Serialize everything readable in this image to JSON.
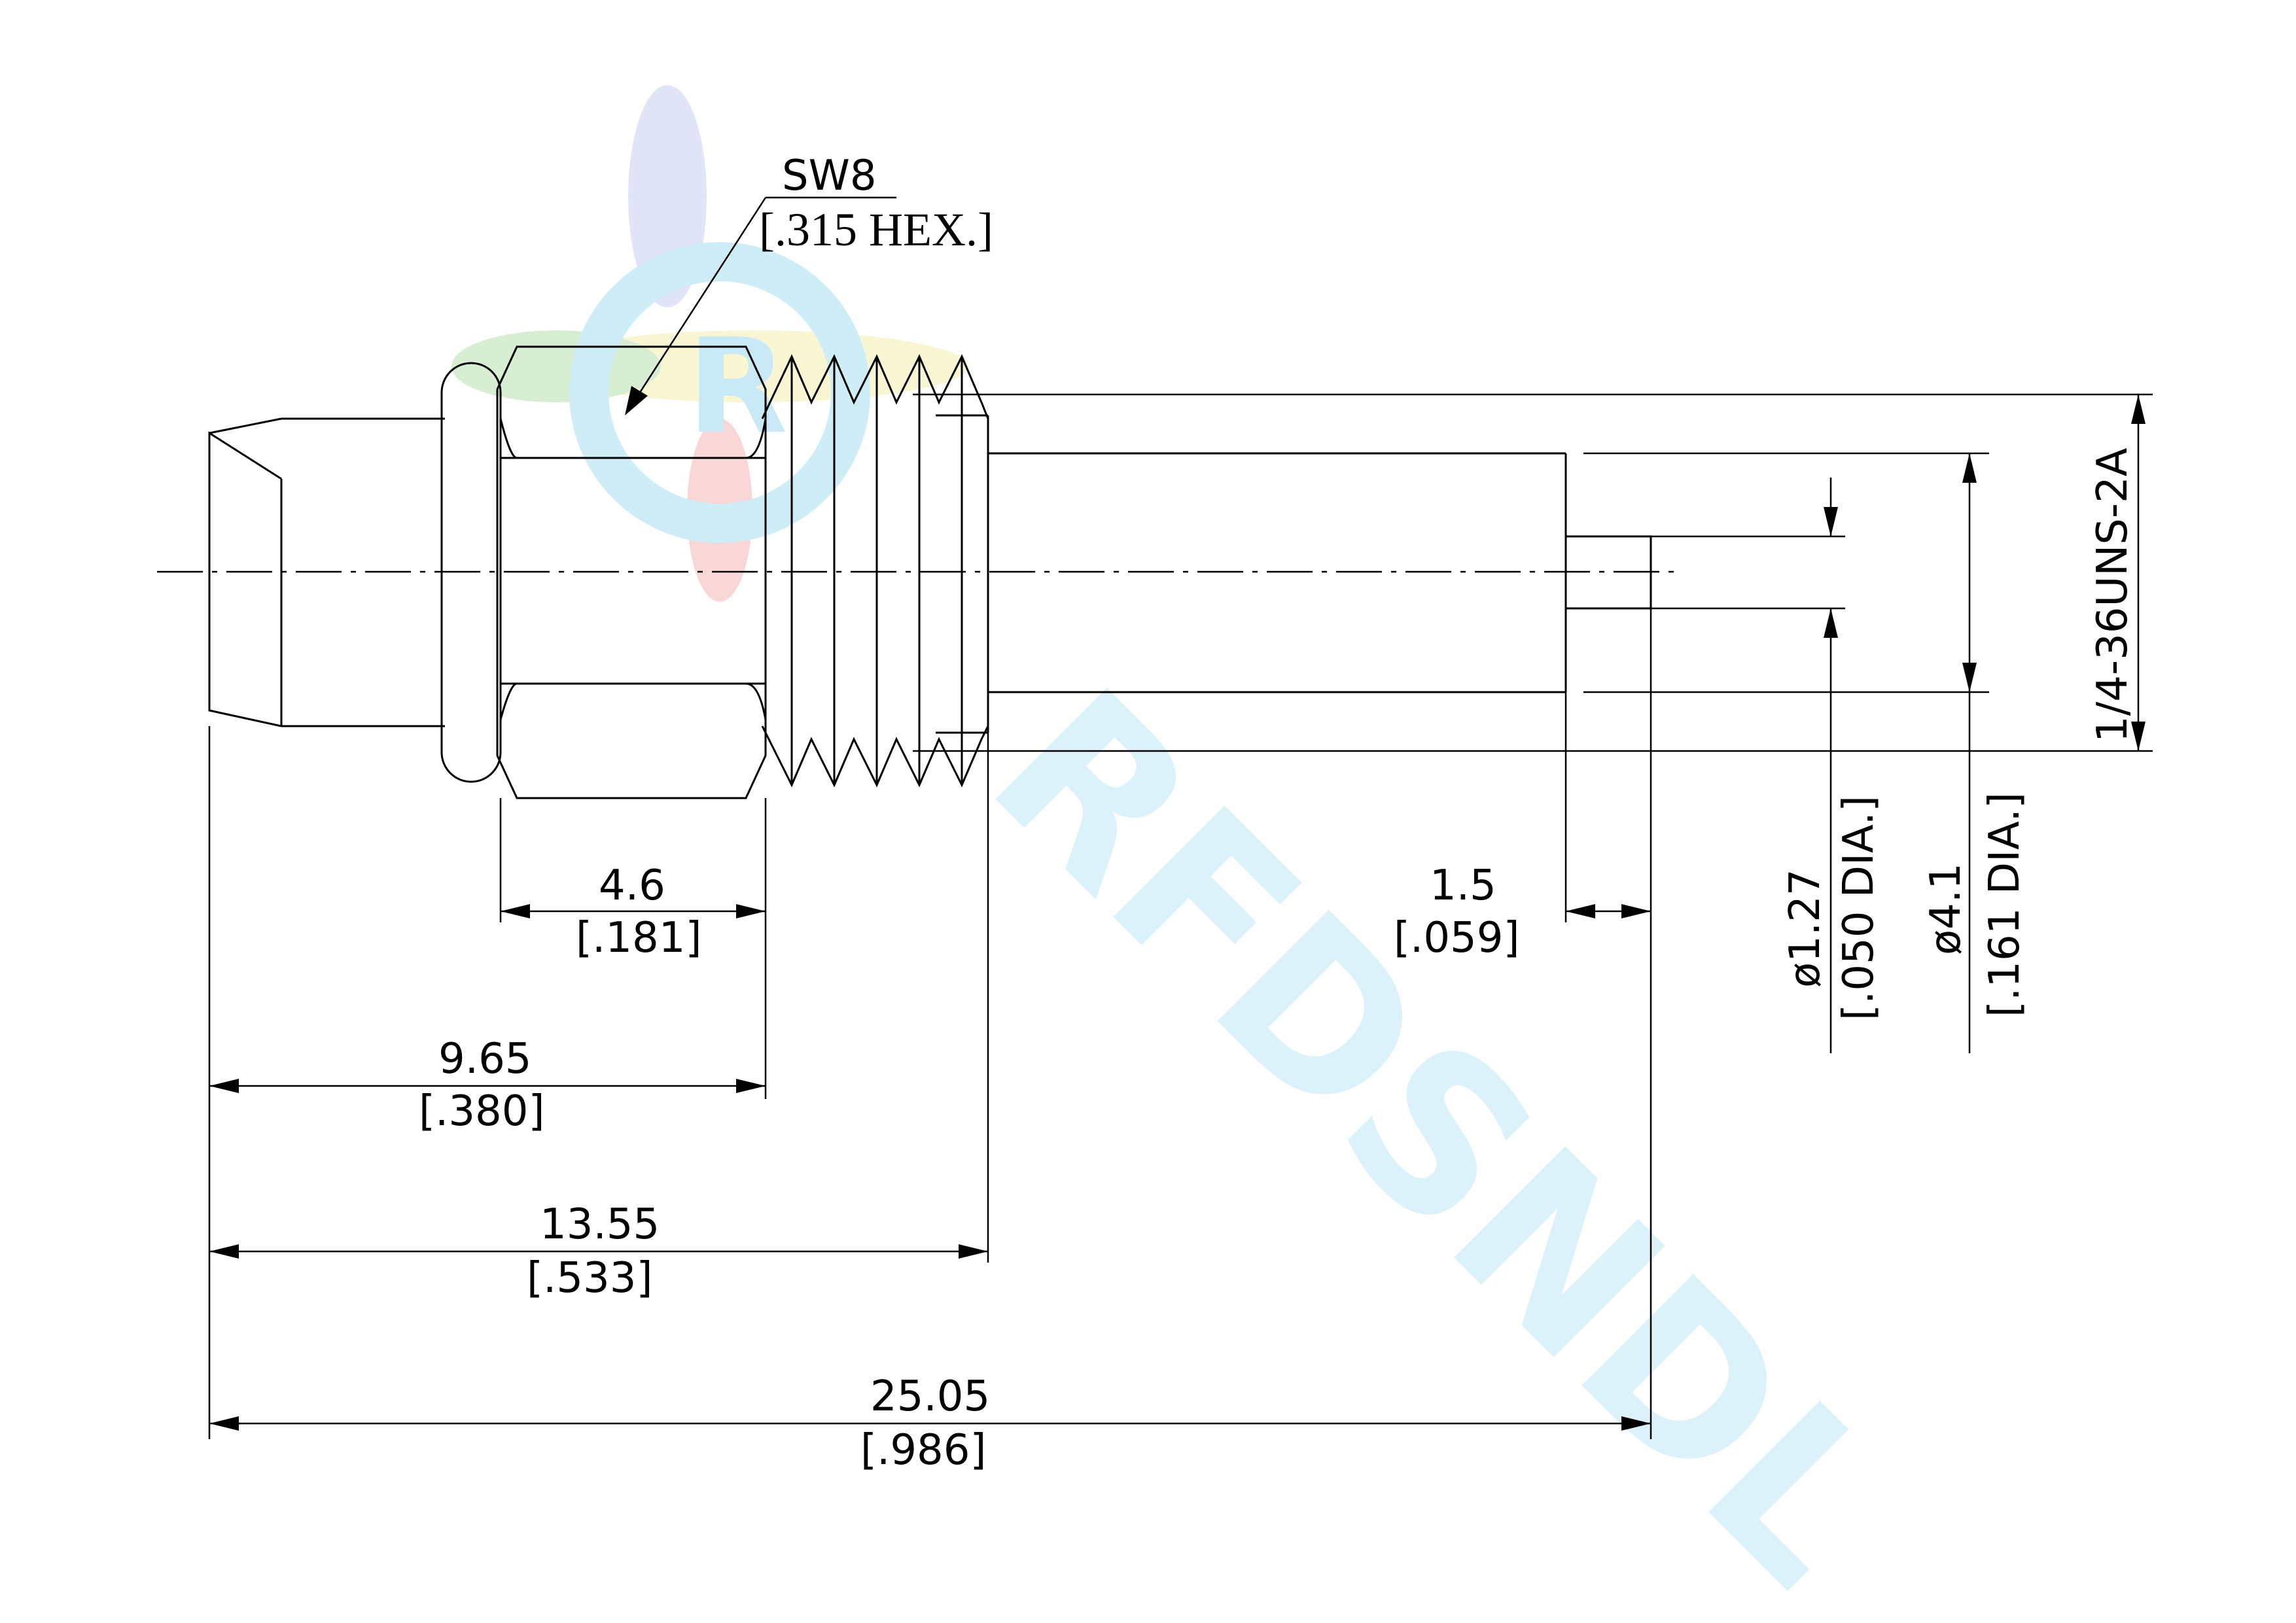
{
  "callout": {
    "metric": "SW8",
    "imperial": "[.315 HEX.]"
  },
  "dimensions": {
    "hex_width": {
      "metric": "4.6",
      "imperial": "[.181]"
    },
    "to_thread_start": {
      "metric": "9.65",
      "imperial": "[.380]"
    },
    "to_thread_end": {
      "metric": "13.55",
      "imperial": "[.533]"
    },
    "overall_length": {
      "metric": "25.05",
      "imperial": "[.986]"
    },
    "pin_protrusion": {
      "metric": "1.5",
      "imperial": "[.059]"
    },
    "pin_diameter": {
      "metric": "ø1.27",
      "imperial": "[.050 DIA.]"
    },
    "body_diameter": {
      "metric": "ø4.1",
      "imperial": "[.161 DIA.]"
    },
    "thread": {
      "spec": "1/4-36UNS-2A"
    }
  },
  "watermark": {
    "text": "RFDSNDL",
    "colors": [
      "#8fd8f0",
      "#f2a0a0",
      "#9fd09f",
      "#f5f0a0",
      "#b0b8e8"
    ]
  }
}
